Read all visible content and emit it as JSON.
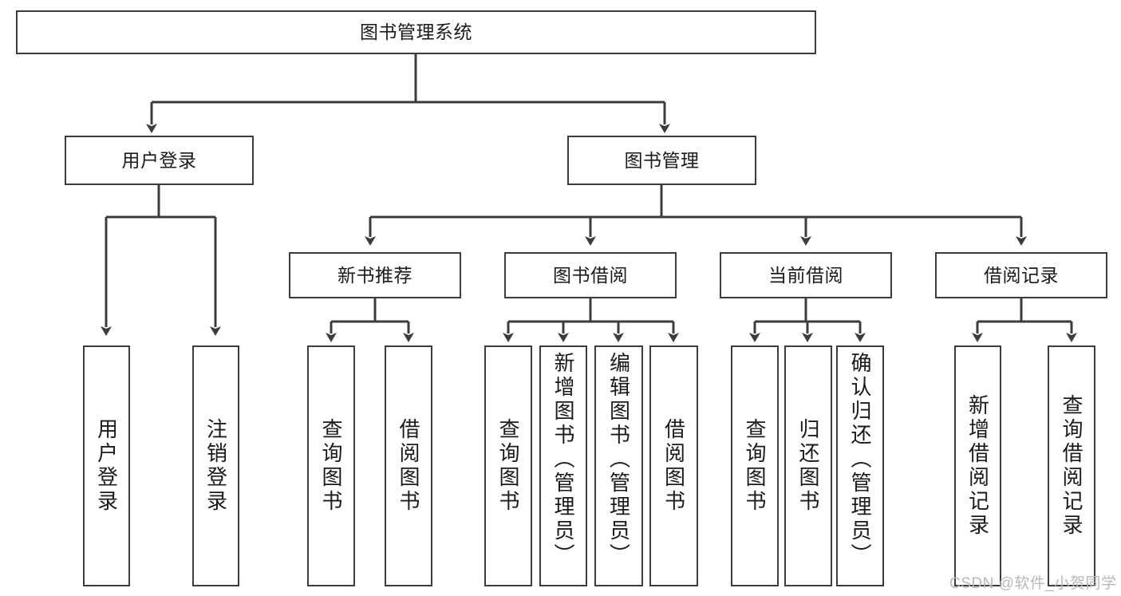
{
  "diagram": {
    "title": "图书管理系统",
    "type": "hierarchy-tree",
    "root": {
      "label": "图书管理系统"
    },
    "level2": [
      {
        "label": "用户登录"
      },
      {
        "label": "图书管理"
      }
    ],
    "level3": [
      {
        "label": "新书推荐"
      },
      {
        "label": "图书借阅"
      },
      {
        "label": "当前借阅"
      },
      {
        "label": "借阅记录"
      }
    ],
    "leaves": {
      "user_login": [
        {
          "label": "用户登录"
        },
        {
          "label": "注销登录"
        }
      ],
      "new_book_recommend": [
        {
          "label": "查询图书"
        },
        {
          "label": "借阅图书"
        }
      ],
      "book_borrow": [
        {
          "label": "查询图书"
        },
        {
          "label": "新增图书（管理员）"
        },
        {
          "label": "编辑图书（管理员）"
        },
        {
          "label": "借阅图书"
        }
      ],
      "current_borrow": [
        {
          "label": "查询图书"
        },
        {
          "label": "归还图书"
        },
        {
          "label": "确认归还（管理员）"
        }
      ],
      "borrow_record": [
        {
          "label": "新增借阅记录"
        },
        {
          "label": "查询借阅记录"
        }
      ]
    }
  },
  "watermark": {
    "text": "CSDN @软件_小贺同学"
  },
  "colors": {
    "stroke": "#3c3c3c",
    "fill": "#ffffff",
    "text": "#1a1a1a",
    "watermark": "#b8b8b8"
  }
}
